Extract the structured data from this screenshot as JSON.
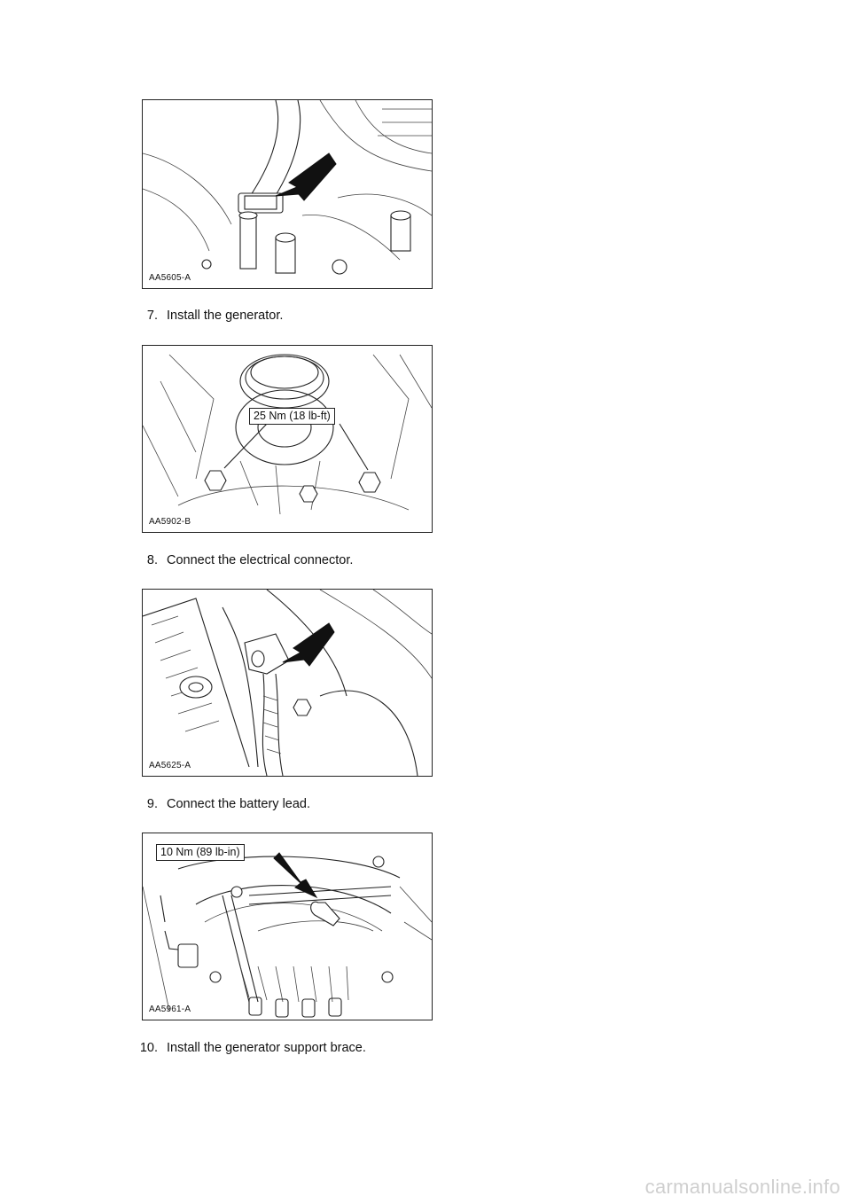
{
  "figures": [
    {
      "id": "AA5605-A",
      "callout": ""
    },
    {
      "id": "AA5902-B",
      "callout": "25 Nm (18 lb-ft)"
    },
    {
      "id": "AA5625-A",
      "callout": ""
    },
    {
      "id": "AA5961-A",
      "callout": "10 Nm (89 lb-in)"
    }
  ],
  "steps": [
    {
      "number": "7.",
      "text": "Install the generator."
    },
    {
      "number": "8.",
      "text": "Connect the electrical connector."
    },
    {
      "number": "9.",
      "text": "Connect the battery lead."
    },
    {
      "number": "10.",
      "text": "Install the generator support brace."
    }
  ],
  "watermark": "carmanualsonline.info"
}
